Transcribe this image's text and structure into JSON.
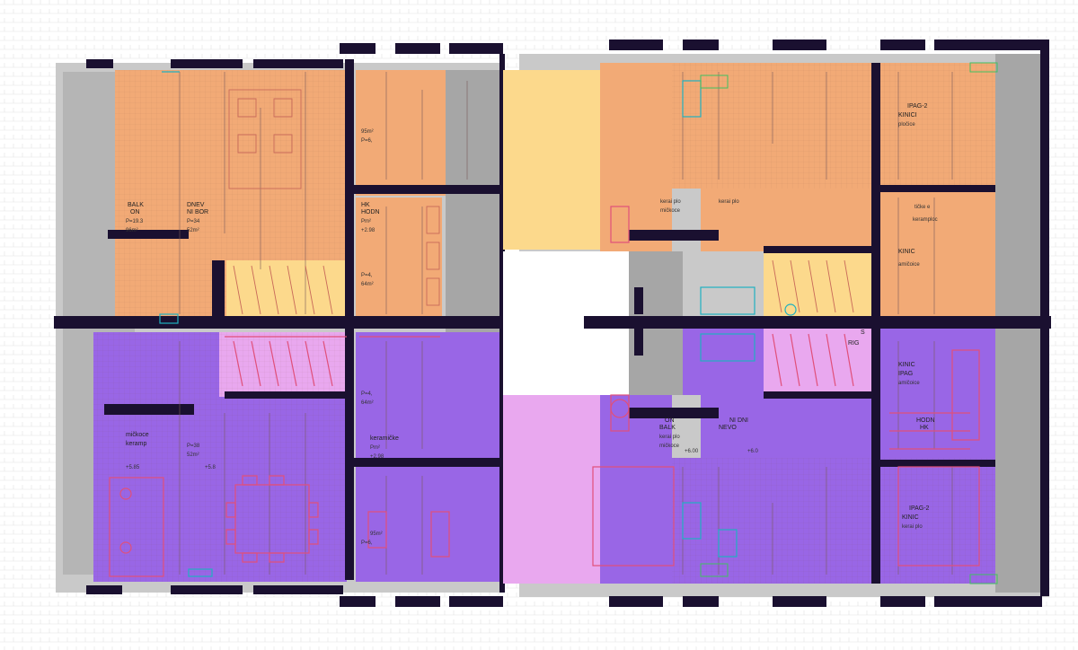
{
  "colors": {
    "orange_zone": "#f2aa76",
    "yellow_zone": "#fcd98c",
    "purple_zone": "#9966e6",
    "pink_zone": "#e9a8ef",
    "gray_zone": "#a6a6a6",
    "wall": "#1a1030",
    "furniture": "#e0507a",
    "fixtures": "#20b0c0"
  },
  "labels": {
    "tl_balk": "BALK",
    "tl_on": "ON",
    "tl_p193": "P=19.3",
    "tl_m2": "96m²",
    "tl_dnevni": "DNEV",
    "tl_ni_bor": "NI BOR",
    "tl_p34": "P=34",
    "tl_52": "52m²",
    "tl_hk": "HK",
    "tl_hodn": "HODN",
    "tl_pm": "Pm²",
    "tl_298": "+2.98",
    "tl_p6": "P=6,",
    "tl_95": "95m²",
    "tl_p4": "P=4,",
    "tl_64": "64m²",
    "bl_mickoce": "mičkoce",
    "bl_keramp": "keramp",
    "bl_585": "+5.85",
    "bl_p38": "P=38",
    "bl_52": "52m²",
    "bl_58": "+5.8",
    "bl_p4": "P=4,",
    "bl_64": "64m²",
    "bl_keramicke": "keramičke",
    "bl_pm": "Pm²",
    "bl_298": "+2.98",
    "bl_p6": "P=6,",
    "bl_95": "95m²",
    "tr_ipag2": "IPAG-2",
    "tr_kinici": "KINICI",
    "tr_ploce": "pločice",
    "tr_keraplo": "kerai plo",
    "tr_kerai": "kerai plo",
    "tr_mickoce": "mičkoce",
    "tr_tiche": "tičke e",
    "tr_keramploc": "keramploc",
    "tr_kinic": "KINIC",
    "tr_amiocice": "amičoice",
    "br_on": "ON",
    "br_balk": "BALK",
    "br_nidni": "NI DNI",
    "br_nevo": "NEVO",
    "br_keraplo": "kerai plo",
    "br_mickoce": "mičkoce",
    "br_600": "+6.00",
    "br_60": "+6.0",
    "br_kinic": "KINIC",
    "br_ipag": "IPAG",
    "br_amiocice": "amičoice",
    "br_hodn": "HODN",
    "br_hk": "HK",
    "br_ipag2": "IPAG-2",
    "br_kinic2": "KINIC",
    "br_keraplo2": "kerai plo",
    "br_rig": "RIG",
    "br_s": "S"
  }
}
